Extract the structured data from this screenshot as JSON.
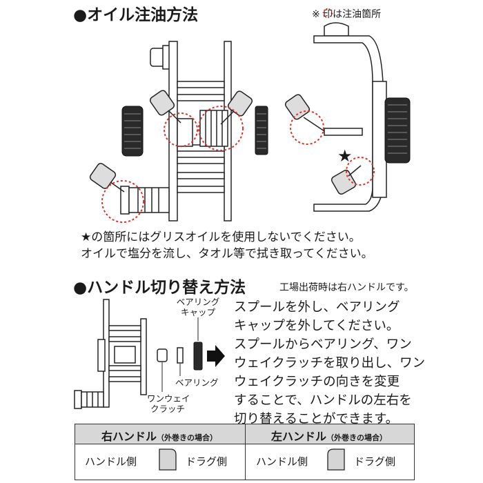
{
  "oil_section": {
    "title": "●オイル注油方法",
    "legend": "※ 印は注油箇所",
    "warning_line1": "★の箇所にはグリスオイルを使用しないでください。",
    "warning_line2": "オイルで塩分を流し、タオル等で拭き取ってください。",
    "star_symbol": "★"
  },
  "handle_section": {
    "title": "●ハンドル切り替え方法",
    "factory_note": "工場出荷時は右ハンドルです。",
    "label_bearing_cap_1": "ベアリング",
    "label_bearing_cap_2": "キャップ",
    "label_bearing": "ベアリング",
    "label_one_way_1": "ワンウェイ",
    "label_one_way_2": "クラッチ",
    "instructions": [
      "スプールを外し、ベアリング",
      "キャップを外してください。",
      "スプールからベアリング、ワン",
      "ウェイクラッチを取り出し、ワン",
      "ウェイクラッチの向きを変更",
      "することで、ハンドルの左右を",
      "切り替えることができます。"
    ]
  },
  "table": {
    "right_title": "右ハンドル",
    "right_sub": "（外巻きの場合）",
    "left_title": "左ハンドル",
    "left_sub": "（外巻きの場合）",
    "handle_side": "ハンドル側",
    "drag_side": "ドラグ側"
  },
  "colors": {
    "oil_circle": "#d9342b",
    "line": "#222222",
    "header_fill": "#d7d7d7"
  }
}
